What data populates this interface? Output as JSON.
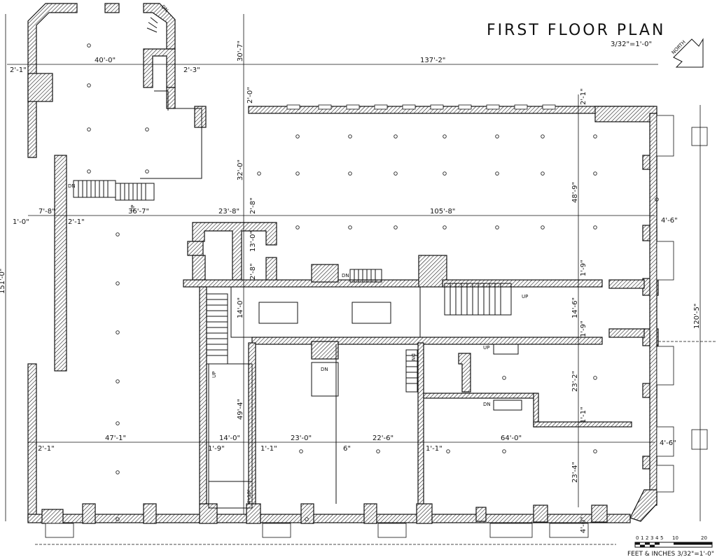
{
  "title": "FIRST FLOOR PLAN",
  "scale_note": "3/32\"=1'-0\"",
  "north_label": "NORTH",
  "scale_bar": {
    "ticks": [
      "0",
      "1",
      "2",
      "3",
      "4",
      "5",
      "10",
      "20"
    ],
    "caption": "FEET & INCHES 3/32\"=1'-0\""
  },
  "dimensions": {
    "d40_0": "40'-0\"",
    "d2_1_left": "2'-1\"",
    "d2_3": "2'-3\"",
    "d30_7": "30'-7\"",
    "d137_2": "137'-2\"",
    "d2_0": "2'-0\"",
    "d2_1_topright": "2'-1\"",
    "d32_0": "32'-0\"",
    "d48_9": "48'-9\"",
    "d7_8": "7'-8\"",
    "d1_0": "1'-0\"",
    "d2_1_mid": "2'-1\"",
    "d36_7": "36'-7\"",
    "d23_8": "23'-8\"",
    "d2_8_top": "2'-8\"",
    "d105_8": "105'-8\"",
    "d4_6_top": "4'-6\"",
    "d13_0": "13'-0\"",
    "d2_8_bot": "2'-8\"",
    "d1_9_a": "1'-9\"",
    "d14_0_v": "14'-0\"",
    "d14_6": "14'-6\"",
    "d1_9_b": "1'-9\"",
    "d120_5": "120'-5\"",
    "d151_0": "151'-0\"",
    "d49_4": "49'-4\"",
    "d23_2": "23'-2\"",
    "d1_1_right": "1'-1\"",
    "d2_1_bot": "2'-1\"",
    "d47_1": "47'-1\"",
    "d14_0": "14'-0\"",
    "d1_9_c": "1'-9\"",
    "d1_1_a": "1'-1\"",
    "d23_0": "23'-0\"",
    "d6": "6\"",
    "d22_6": "22'-6\"",
    "d1_1_b": "1'-1\"",
    "d64_0": "64'-0\"",
    "d4_6_bot": "4'-6\"",
    "d23_4": "23'-4\"",
    "d4_10": "4'-10\"",
    "d4_0": "4'-0\""
  },
  "stair_labels": {
    "dn": "DN",
    "up": "UP"
  }
}
